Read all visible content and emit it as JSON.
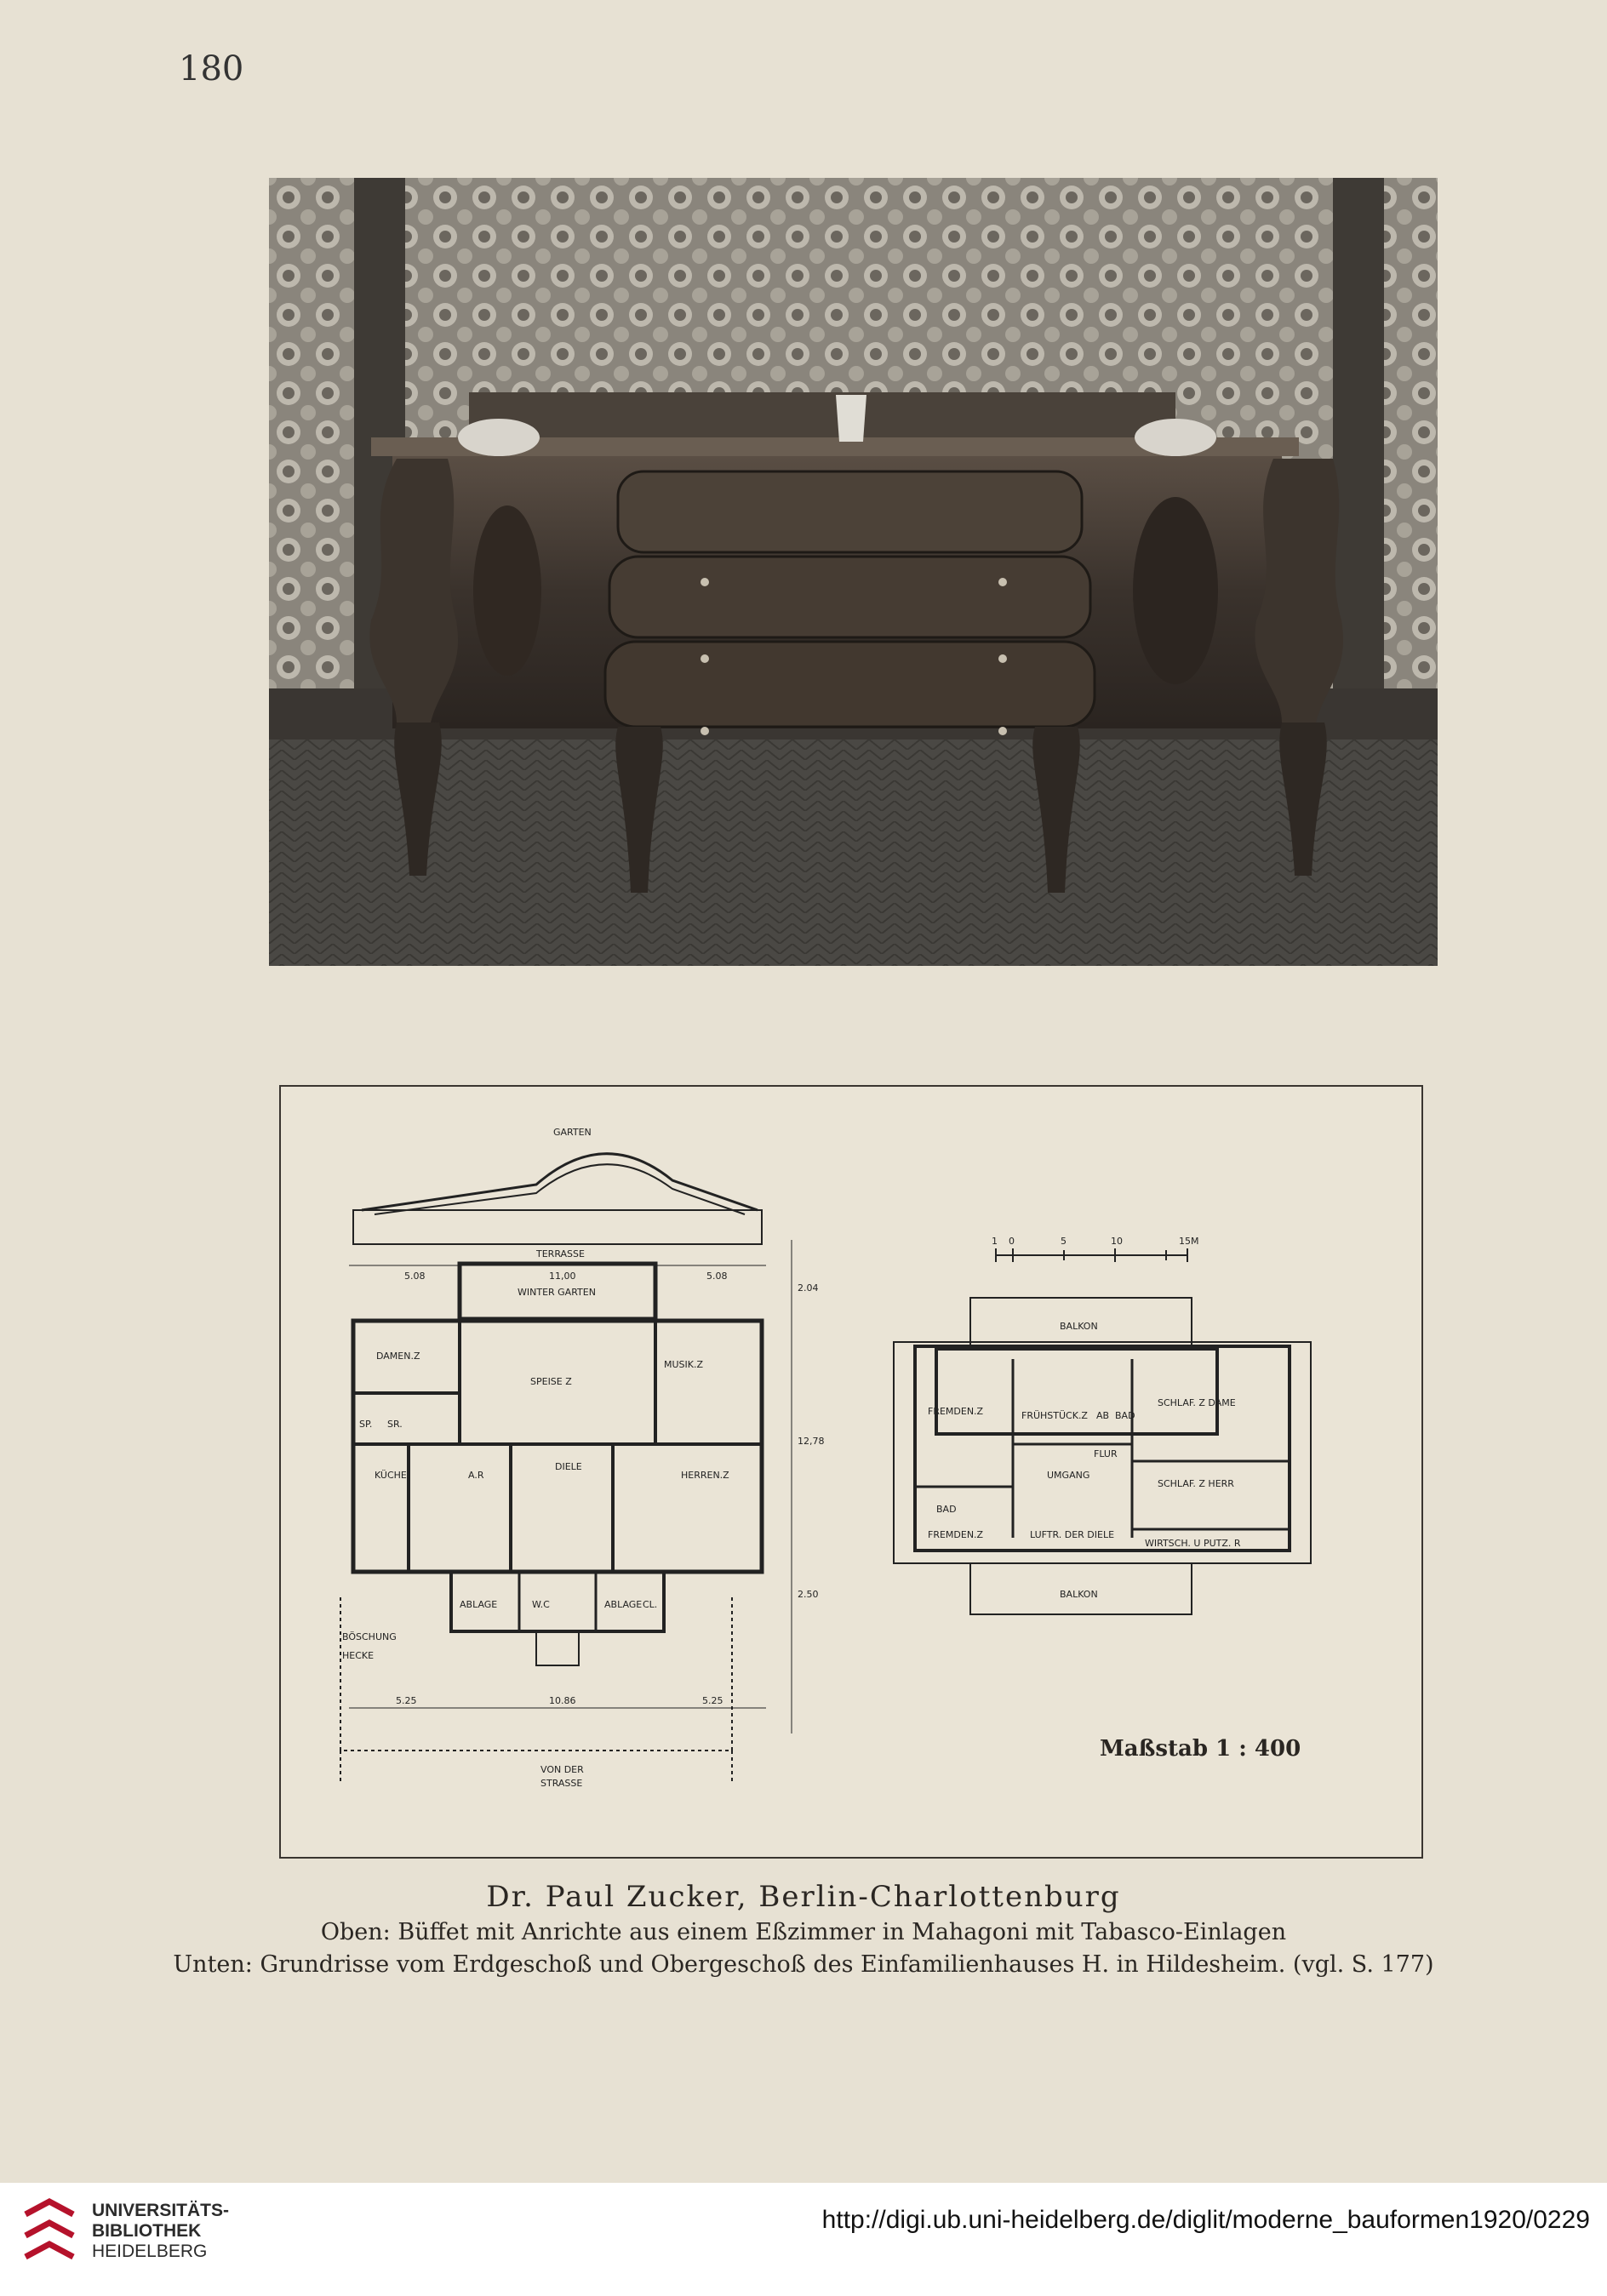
{
  "page_number": "180",
  "photo": {
    "subject": "buffet"
  },
  "plan": {
    "ground_floor_labels": {
      "garden": "GARTEN",
      "terrace": "TERRASSE",
      "winter_garden": "WINTER    GARTEN",
      "ladies_room": "DAMEN.Z",
      "dining_room": "SPEISE Z",
      "music_room": "MUSIK.Z",
      "sp1": "SP.",
      "sp2": "SR.",
      "kitchen": "KÜCHE",
      "ar": "A.R",
      "hall": "DIELE",
      "gentlemens_room": "HERREN.Z",
      "storage1": "ABLAGE",
      "wc": "W.C",
      "storage2": "ABLAGE",
      "cl": "CL.",
      "slope": "BÖSCHUNG",
      "hedge": "HECKE",
      "from_street1": "VON DER",
      "from_street2": "STRASSE",
      "dim_508a": "5.08",
      "dim_1100": "11,00",
      "dim_508b": "5.08",
      "dim_204": "2.04",
      "dim_1278": "12,78",
      "dim_250": "2.50",
      "dim_525a": "5.25",
      "dim_1086": "10.86",
      "dim_525b": "5.25"
    },
    "upper_floor_labels": {
      "balcony_top": "BALKON",
      "guest_room1": "FREMDEN.Z",
      "breakfast": "FRÜHSTÜCK.Z",
      "ab": "AB",
      "bath1": "BAD",
      "bed_lady": "SCHLAF. Z DAME",
      "corridor": "FLUR",
      "bed_gentleman": "SCHLAF. Z HERR",
      "walkway": "UMGANG",
      "bath2": "BAD",
      "guest_room2": "FREMDEN.Z",
      "air_space": "LUFTR. DER DIELE",
      "housekeeping": "WIRTSCH. U PUTZ. R",
      "balcony_bottom": "BALKON"
    },
    "scale_ticks": [
      "1",
      "0",
      "5",
      "10",
      "15M"
    ],
    "scale_text": "Maßstab 1 : 400"
  },
  "caption": {
    "author": "Dr. Paul Zucker, Berlin-Charlottenburg",
    "line1": "Oben: Büffet mit Anrichte aus einem Eßzimmer in Mahagoni mit Tabasco-Einlagen",
    "line2": "Unten: Grundrisse vom Erdgeschoß und Obergeschoß des Einfamilienhauses H. in Hildesheim. (vgl. S. 177)"
  },
  "footer": {
    "institution_line1": "UNIVERSITÄTS-",
    "institution_line2": "BIBLIOTHEK",
    "institution_line3": "HEIDELBERG",
    "url": "http://digi.ub.uni-heidelberg.de/diglit/moderne_bauformen1920/0229"
  }
}
